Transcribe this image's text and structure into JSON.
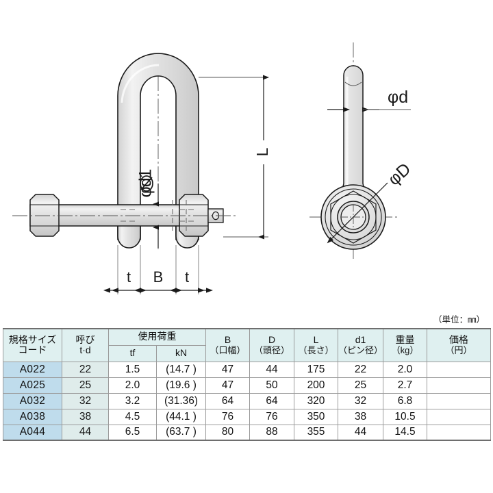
{
  "drawing": {
    "front_view": {
      "labels": {
        "length": "L",
        "pin_diameter": "φd1",
        "thickness_left": "t",
        "mouth_width": "B",
        "thickness_right": "t"
      }
    },
    "side_view": {
      "labels": {
        "bar_diameter": "φd",
        "head_diameter": "φD"
      }
    }
  },
  "unit_note": "（単位：㎜）",
  "table": {
    "headers": {
      "code_main": "規格サイズ",
      "code_sub": "コード",
      "yobi_main": "呼び",
      "yobi_sub": "t·d",
      "load_group": "使用荷重",
      "load_tf": "tf",
      "load_kn": "kN",
      "b_main": "B",
      "b_sub": "（口幅）",
      "d_main": "D",
      "d_sub": "（頭径）",
      "l_main": "L",
      "l_sub": "（長さ）",
      "d1_main": "d1",
      "d1_sub": "（ピン径）",
      "weight_main": "重量",
      "weight_sub": "（kg）",
      "price_main": "価格",
      "price_sub": "（円）"
    },
    "rows": [
      {
        "code": "A022",
        "yobi": "22",
        "tf": "1.5",
        "kn": "(14.7 )",
        "b": "47",
        "d": "44",
        "l": "175",
        "d1": "22",
        "weight": "2.0",
        "price": ""
      },
      {
        "code": "A025",
        "yobi": "25",
        "tf": "2.0",
        "kn": "(19.6 )",
        "b": "47",
        "d": "50",
        "l": "200",
        "d1": "25",
        "weight": "2.7",
        "price": ""
      },
      {
        "code": "A032",
        "yobi": "32",
        "tf": "3.2",
        "kn": "(31.36)",
        "b": "64",
        "d": "64",
        "l": "320",
        "d1": "32",
        "weight": "6.8",
        "price": ""
      },
      {
        "code": "A038",
        "yobi": "38",
        "tf": "4.5",
        "kn": "(44.1 )",
        "b": "76",
        "d": "76",
        "l": "350",
        "d1": "38",
        "weight": "10.5",
        "price": ""
      },
      {
        "code": "A044",
        "yobi": "44",
        "tf": "6.5",
        "kn": "(63.7 )",
        "b": "80",
        "d": "88",
        "l": "355",
        "d1": "44",
        "weight": "14.5",
        "price": ""
      }
    ]
  },
  "colors": {
    "header_fill": "#dff0f0",
    "code_fill": "#bfdcec",
    "yobi_fill": "#dfeceb",
    "metal_fill": "#e3e3e3",
    "line": "#1a1a1a"
  }
}
